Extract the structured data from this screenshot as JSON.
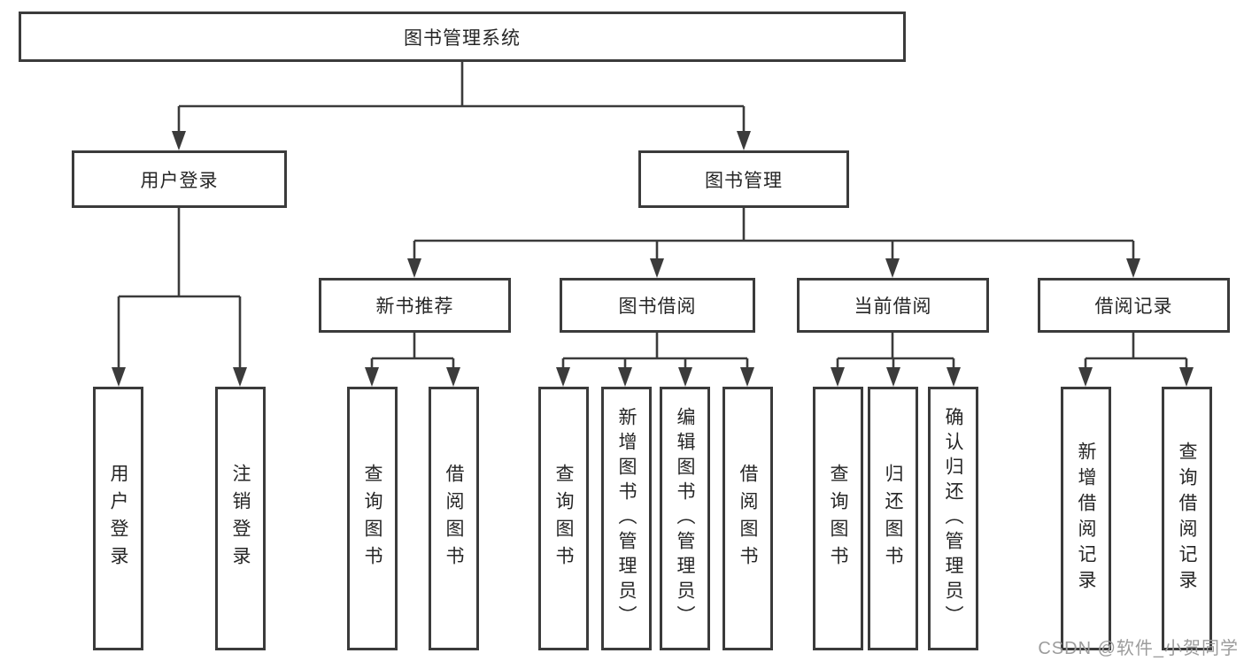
{
  "tree": {
    "root": {
      "label": "图书管理系统"
    },
    "level2": [
      {
        "label": "用户登录"
      },
      {
        "label": "图书管理"
      }
    ],
    "level3": [
      {
        "label": "新书推荐"
      },
      {
        "label": "图书借阅"
      },
      {
        "label": "当前借阅"
      },
      {
        "label": "借阅记录"
      }
    ],
    "leaves": {
      "user_login": [
        "用户登录",
        "注销登录"
      ],
      "new_books": [
        "查询图书",
        "借阅图书"
      ],
      "book_borrow": [
        "查询图书",
        "新增图书（管理员）",
        "编辑图书（管理员）",
        "借阅图书"
      ],
      "current_borrow": [
        "查询图书",
        "归还图书",
        "确认归还（管理员）"
      ],
      "borrow_records": [
        "新增借阅记录",
        "查询借阅记录"
      ]
    }
  },
  "watermark": {
    "text": "CSDN @软件_小贺同学"
  },
  "colors": {
    "line": "#3b3b3b",
    "box_border": "#3b3b3b",
    "text": "#262626",
    "watermark": "#9c9c9c",
    "background": "#ffffff"
  }
}
